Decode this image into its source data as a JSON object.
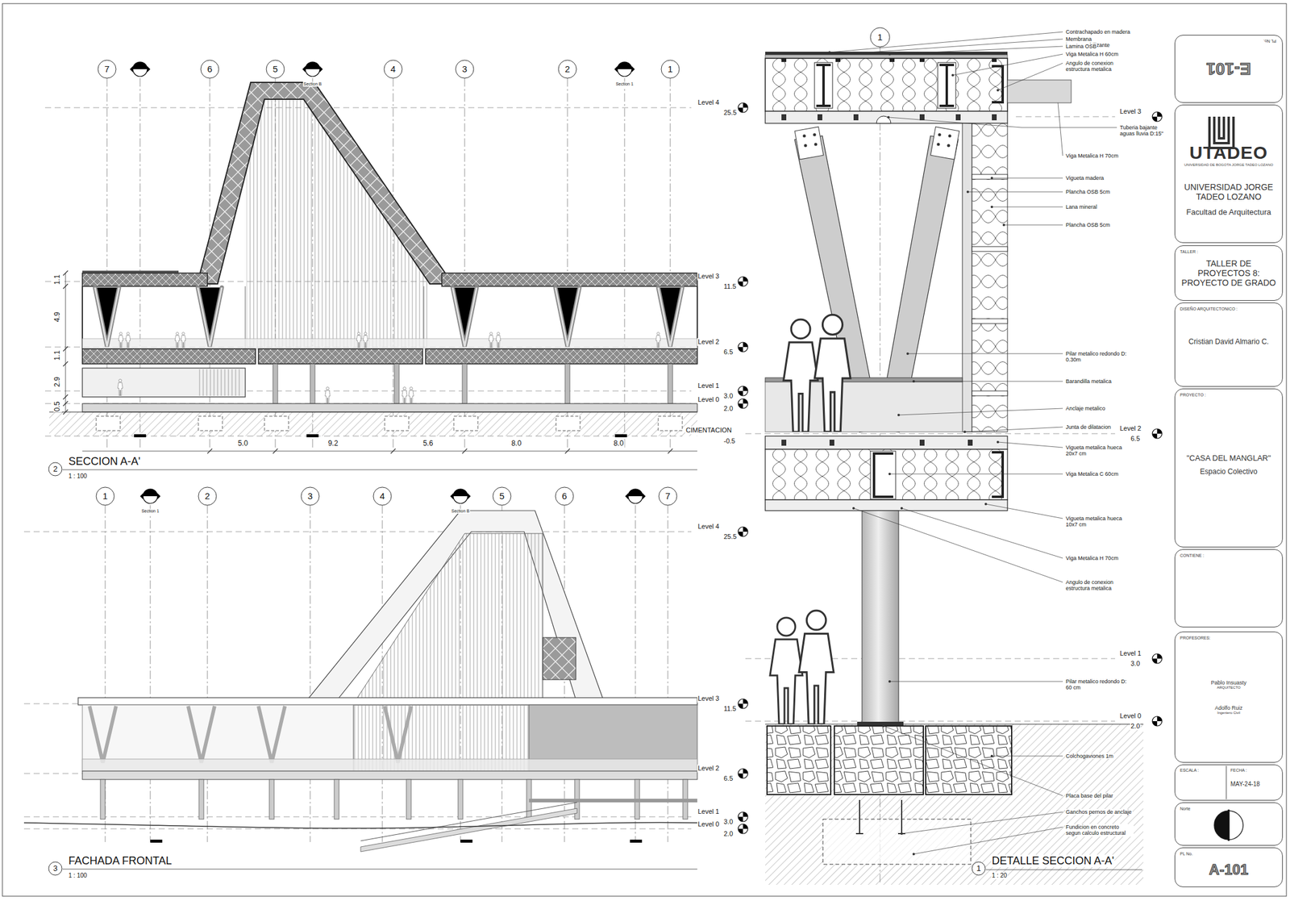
{
  "diagram": {
    "nodes": [
      {
        "text": [
          "PL No.",
          "E-101"
        ]
      },
      {
        "text": [
          "UTADEO",
          "UNIVERSIDAD DE BOGOTA JORGE TADEO LOZANO",
          "UNIVERSIDAD JORGE TADEO LOZANO",
          "Facultad de Arquitectura"
        ]
      },
      {
        "text": [
          "TALLER :",
          "TALLER DE PROYECTOS 8: PROYECTO DE GRADO"
        ]
      },
      {
        "text": [
          "DISEÑO ARQUITECTONICO :",
          "Cristian David Almario C."
        ]
      },
      {
        "text": [
          "PROYECTO :",
          "\"CASA DEL MANGLAR\"",
          "Espacio Colectivo"
        ]
      },
      {
        "text": [
          "CONTIENE :"
        ]
      },
      {
        "text": [
          "PROFESORES:",
          "Pablo Insuasty",
          "ARQUITECTO",
          "Adolfo Ruiz",
          "Ingeniero Civil"
        ]
      },
      {
        "text": [
          "ESCALA :",
          "FECHA :",
          "MAY-24-18"
        ]
      },
      {
        "text": [
          "Norte"
        ]
      },
      {
        "text": [
          "PL No.",
          "A-101"
        ]
      }
    ],
    "labels": [
      "7",
      "6",
      "5",
      "4",
      "3",
      "2",
      "1",
      "Section B",
      "Section 1",
      "Level 4",
      "25.5",
      "Level 3",
      "11.5",
      "Level 2",
      "6.5",
      "Level 1",
      "3.0",
      "Level 0",
      "2.0",
      "CIMENTACION",
      "-0.5",
      "1.1",
      "4.9",
      "1.1",
      "2.9",
      "0.5",
      "5.0",
      "9.2",
      "5.6",
      "8.0",
      "8.0",
      "2",
      "SECCION A-A'",
      "1 : 100",
      "1",
      "Section 1",
      "2",
      "3",
      "4",
      "Section B",
      "5",
      "6",
      "7",
      "Level 4",
      "25.5",
      "Level 3",
      "11.5",
      "Level 2",
      "6.5",
      "Level 1",
      "3.0",
      "Level 0",
      "2.0",
      "3",
      "FACHADA FRONTAL",
      "1 : 100",
      "1",
      "Contrachapado en madera",
      "Membrana impermeabilizante",
      "Lamina OSB",
      "Viga Metalica H 60cm",
      "Angulo de conexion estructura metalica",
      "Level 3",
      "Tuberia bajante aguas lluvia D:15\"",
      "Viga Metalica H 70cm",
      "Vigueta madera",
      "Plancha OSB 5cm",
      "Lana mineral",
      "Plancha OSB 5cm",
      "Pilar metalico redondo D: 0.30m",
      "Barandilla metalica",
      "Anclaje metalico",
      "Junta de dilatacion",
      "Level 2",
      "6.5",
      "Vigueta metalica hueca 20x7 cm",
      "Viga Metalica C 60cm",
      "Vigueta metalica hueca 10x7 cm",
      "Viga Metalica H 70cm",
      "Angulo de conexion estructura metalica",
      "Level 1",
      "3.0",
      "Pilar metalico redondo D: 60 cm",
      "Level 0",
      "2.0",
      "Colchogaviones 1m",
      "Placa base del pilar",
      "Ganchos pernos de anclaje",
      "Fundicion en concreto segun calculo estructural",
      "1",
      "DETALLE SECCION A-A'",
      "1 : 20"
    ]
  }
}
